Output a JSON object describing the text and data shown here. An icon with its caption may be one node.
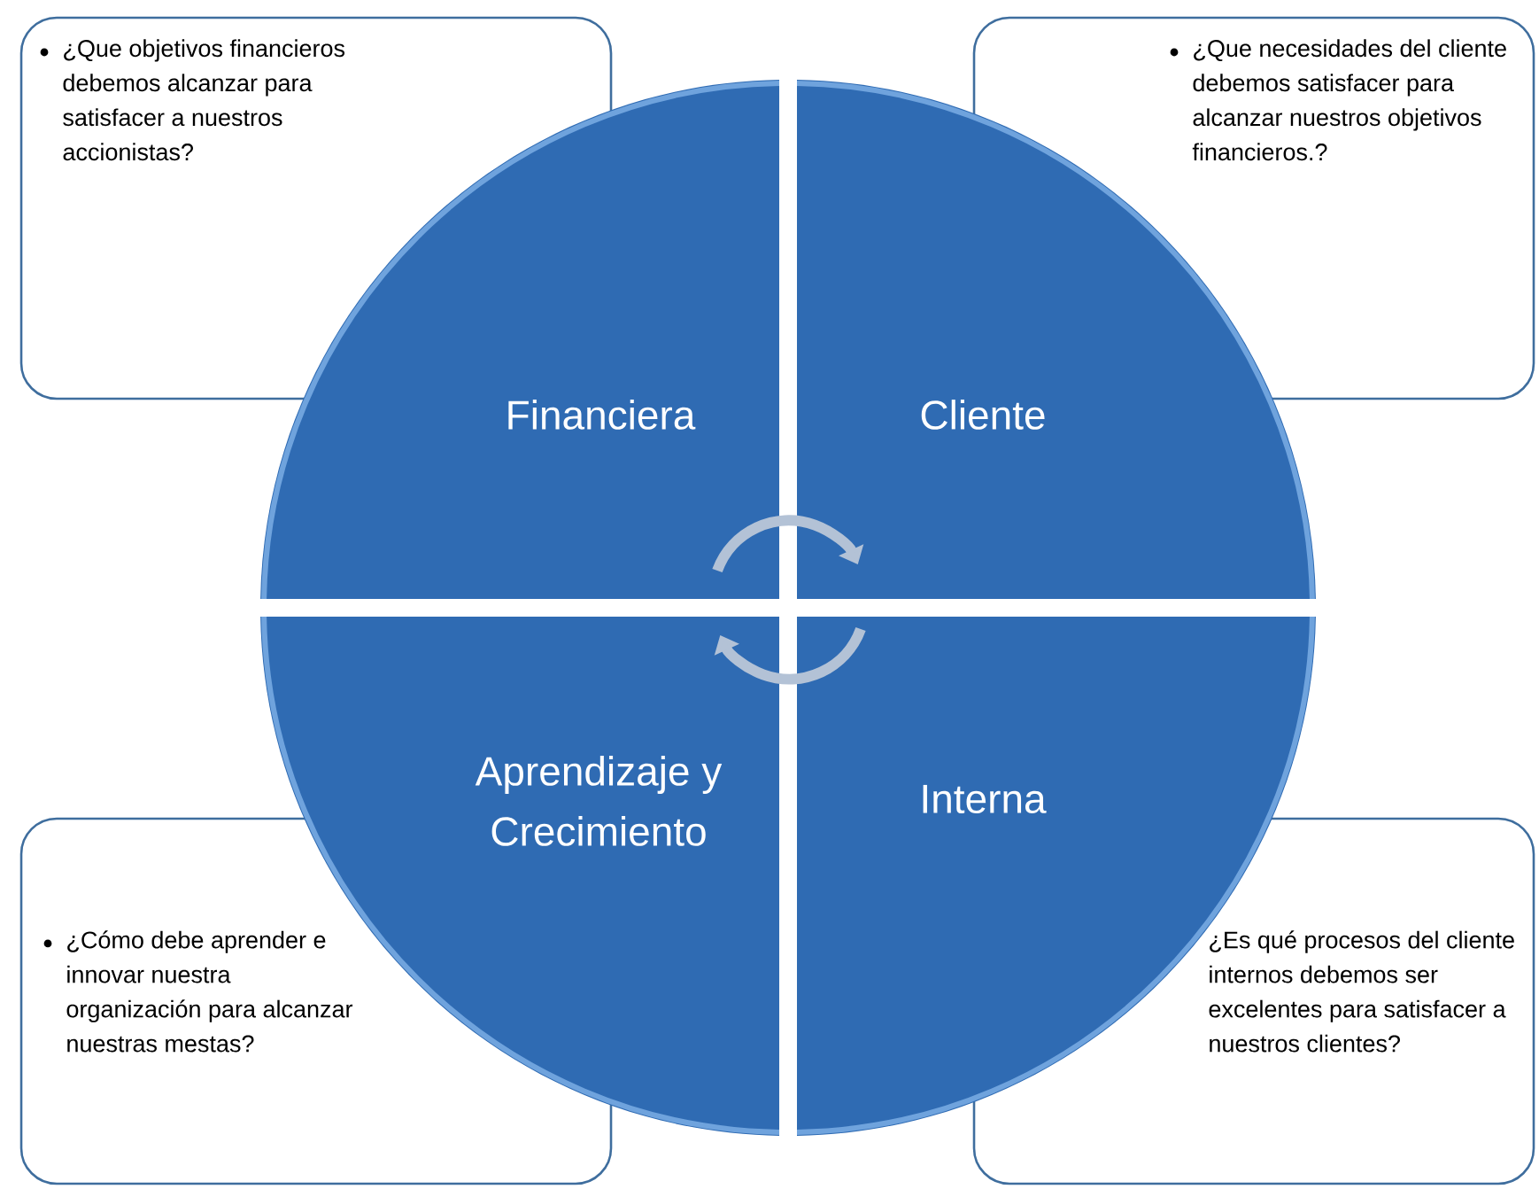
{
  "diagram": {
    "nodes": [
      {
        "text": [
          "¿Que objetivos financieros debemos alcanzar para satisfacer a nuestros accionistas?"
        ]
      },
      {
        "text": [
          "¿Que necesidades del cliente debemos satisfacer para alcanzar nuestros objetivos financieros.?"
        ]
      },
      {
        "text": [
          "Financiera"
        ]
      },
      {
        "text": [
          "Cliente"
        ]
      },
      {
        "text": [
          "Aprendizaje y Crecimiento"
        ]
      },
      {
        "text": [
          "Interna"
        ]
      },
      {
        "text": [
          "¿Cómo debe aprender e innovar nuestra organización para alcanzar nuestras mestas?"
        ]
      },
      {
        "text": [
          "¿Es qué procesos del cliente internos debemos ser excelentes para satisfacer a nuestros clientes?"
        ]
      }
    ]
  }
}
